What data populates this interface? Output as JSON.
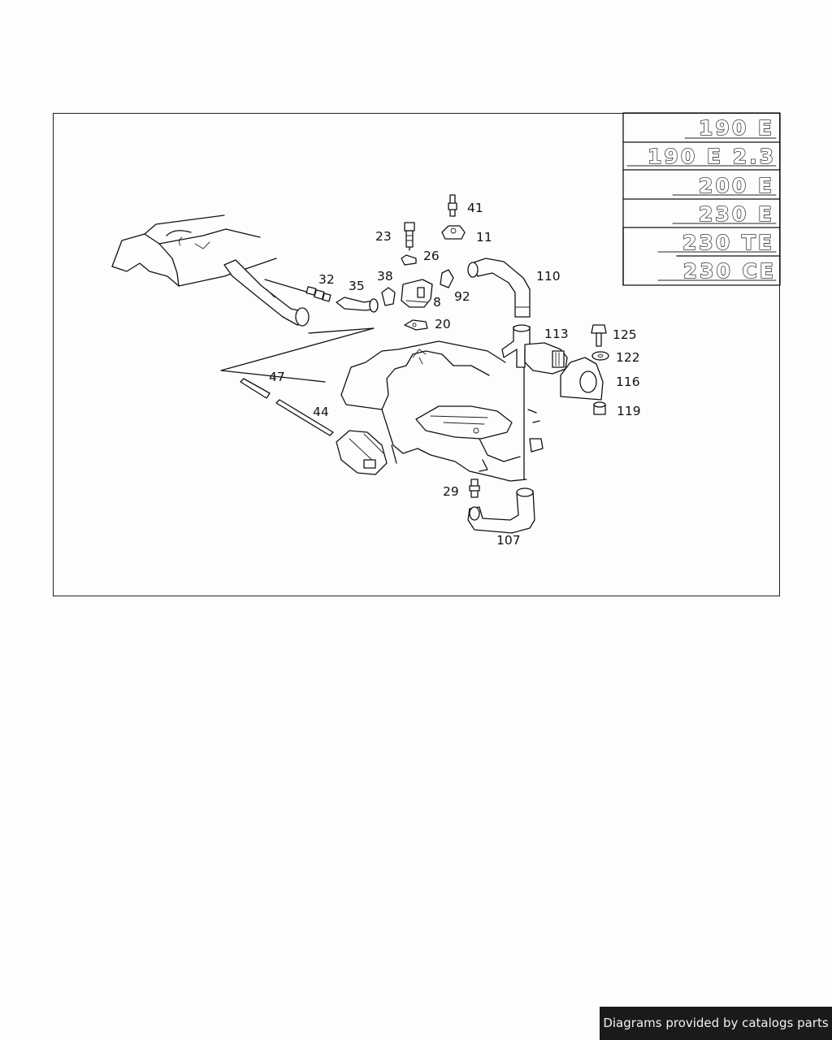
{
  "badges": [
    "190 E",
    "190 E 2.3",
    "200 E",
    "230 E",
    "230 TE",
    "230 CE"
  ],
  "part_numbers": {
    "p41": "41",
    "p23": "23",
    "p11": "11",
    "p26": "26",
    "p32": "32",
    "p35": "35",
    "p38": "38",
    "p8": "8",
    "p92": "92",
    "p110": "110",
    "p20": "20",
    "p113": "113",
    "p125": "125",
    "p122": "122",
    "p116": "116",
    "p47": "47",
    "p44": "44",
    "p119": "119",
    "p29": "29",
    "p107": "107"
  },
  "footer": {
    "text": "Diagrams provided by catalogs parts"
  }
}
